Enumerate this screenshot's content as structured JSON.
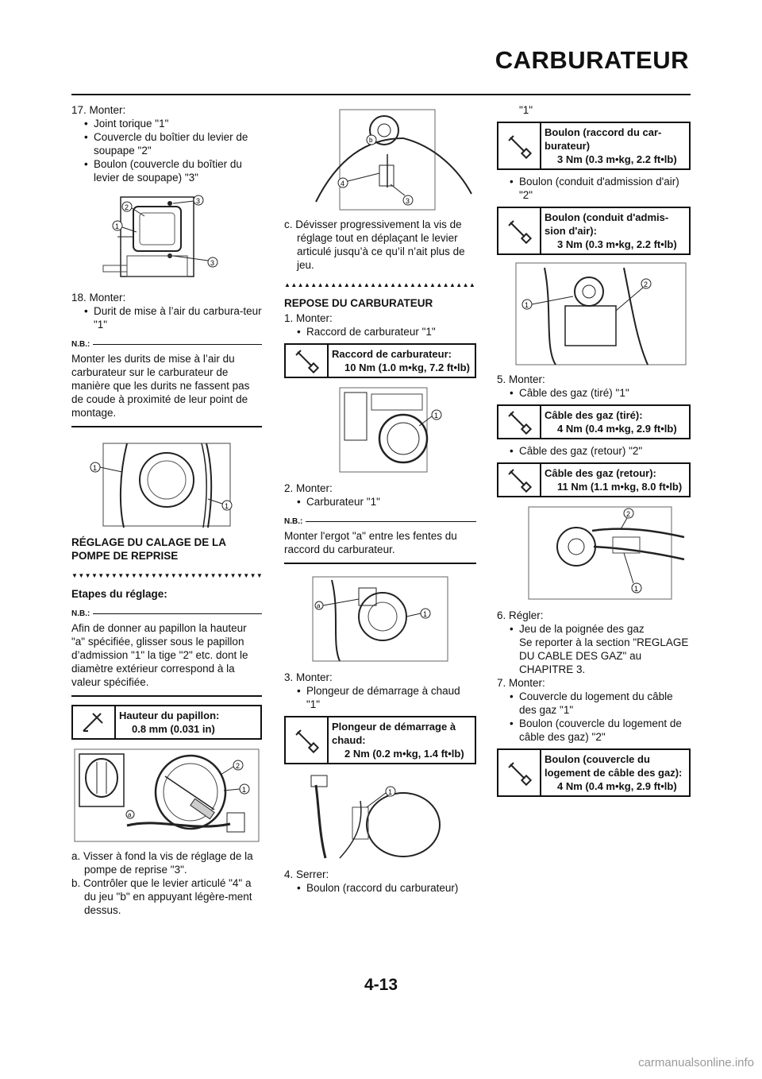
{
  "header": {
    "title": "CARBURATEUR"
  },
  "page_number": "4-13",
  "watermark": "carmanualsonline.info",
  "col1": {
    "s17": "17. Monter:",
    "s17_b1": "Joint torique \"1\"",
    "s17_b2": "Couvercle du boîtier du levier de soupape \"2\"",
    "s17_b3": "Boulon (couvercle du boîtier du levier de soupape) \"3\"",
    "s18": "18. Monter:",
    "s18_b1": "Durit de mise à l’air du carbura-teur \"1\"",
    "nb1": "Monter les durits de mise à l’air du carburateur sur le carburateur de manière que les durits ne fassent pas de coude à proximité de leur point de montage.",
    "heading": "RÉGLAGE DU CALAGE DE LA POMPE DE REPRISE",
    "etapes": "Etapes du réglage:",
    "nb2": "Afin de donner au papillon la hauteur \"a\" spécifiée, glisser sous le papillon d’admission \"1\" la tige \"2\" etc. dont le diamètre extérieur correspond à la valeur spécifiée.",
    "spec_title": "Hauteur du papillon:",
    "spec_val": "0.8 mm (0.031 in)",
    "step_a": "a. Visser à fond la vis de réglage de la pompe de reprise \"3\".",
    "step_b": "b. Contrôler que le levier articulé \"4\" a du jeu \"b\" en appuyant légère-ment dessus."
  },
  "col2": {
    "step_c": "c. Dévisser progressivement la vis de réglage tout en déplaçant le levier articulé jusqu’à ce qu’il n’ait plus de jeu.",
    "heading": "REPOSE DU CARBURATEUR",
    "s1": "1. Monter:",
    "s1_b1": "Raccord de carburateur \"1\"",
    "spec1_title": "Raccord de carburateur:",
    "spec1_val": "10 Nm (1.0 m•kg, 7.2 ft•lb)",
    "s2": "2. Monter:",
    "s2_b1": "Carburateur \"1\"",
    "nb": "Monter l'ergot \"a\" entre les fentes du raccord du carburateur.",
    "s3": "3. Monter:",
    "s3_b1": "Plongeur de démarrage à chaud \"1\"",
    "spec2_title": "Plongeur de démarrage à chaud:",
    "spec2_val": "2 Nm (0.2 m•kg, 1.4 ft•lb)",
    "s4": "4. Serrer:",
    "s4_b1": "Boulon (raccord du carburateur)"
  },
  "col3": {
    "cont": "\"1\"",
    "spec1_title": "Boulon (raccord du car-burateur)",
    "spec1_val": "3 Nm (0.3 m•kg, 2.2 ft•lb)",
    "b2": "Boulon (conduit d'admission d'air) \"2\"",
    "spec2_title": "Boulon (conduit d'admis-sion d'air):",
    "spec2_val": "3 Nm (0.3 m•kg, 2.2 ft•lb)",
    "s5": "5. Monter:",
    "s5_b1": "Câble des gaz (tiré) \"1\"",
    "spec3_title": "Câble des gaz (tiré):",
    "spec3_val": "4 Nm (0.4 m•kg, 2.9 ft•lb)",
    "s5_b2": "Câble des gaz (retour) \"2\"",
    "spec4_title": "Câble des gaz (retour):",
    "spec4_val": "11 Nm (1.1 m•kg, 8.0 ft•lb)",
    "s6": "6. Régler:",
    "s6_b1": "Jeu de la poignée des gaz",
    "s6_ref": "Se reporter à la section \"REGLAGE DU CABLE DES GAZ\" au CHAPITRE 3.",
    "s7": "7. Monter:",
    "s7_b1": "Couvercle du logement du câble des gaz \"1\"",
    "s7_b2": "Boulon (couvercle du logement de câble des gaz) \"2\"",
    "spec5_title": "Boulon (couvercle du logement de câble des gaz):",
    "spec5_val": "4 Nm (0.4 m•kg, 2.9 ft•lb)"
  },
  "labels": {
    "nb": "N.B.:",
    "n1": "1",
    "n2": "2",
    "n3": "3",
    "n4": "4",
    "a": "a",
    "b": "b"
  },
  "icons": [
    "torque-wrench-icon",
    "measure-caliper-icon",
    "triangle-down-marker",
    "triangle-up-marker"
  ]
}
